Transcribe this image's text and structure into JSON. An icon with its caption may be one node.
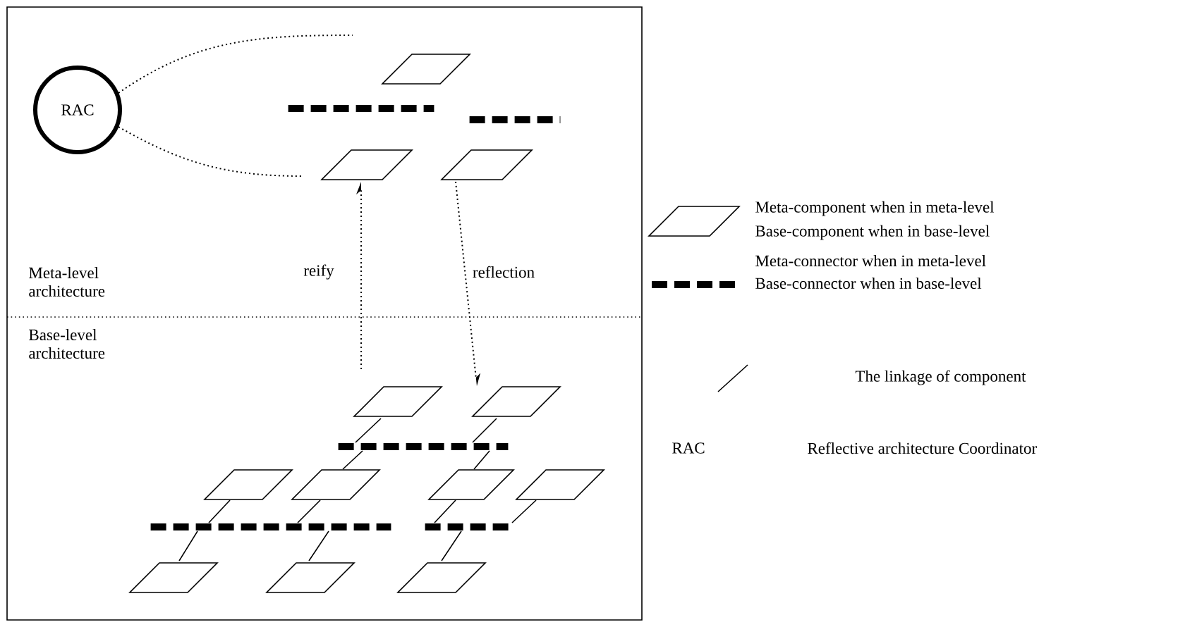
{
  "diagram": {
    "nodes": [
      {
        "text": [
          "RAC"
        ]
      },
      {
        "text": [],
        "shape": "parallelogram"
      },
      {
        "text": [],
        "shape": "bar"
      },
      {
        "text": [],
        "shape": "bar"
      },
      {
        "text": [],
        "shape": "parallelogram"
      },
      {
        "text": [],
        "shape": "parallelogram"
      },
      {
        "text": [],
        "shape": "parallelogram"
      },
      {
        "text": [],
        "shape": "parallelogram"
      },
      {
        "text": [],
        "shape": "bar"
      },
      {
        "text": [],
        "shape": "parallelogram"
      },
      {
        "text": [],
        "shape": "parallelogram"
      },
      {
        "text": [],
        "shape": "parallelogram"
      },
      {
        "text": [],
        "shape": "parallelogram"
      },
      {
        "text": [],
        "shape": "bar"
      },
      {
        "text": [],
        "shape": "bar"
      },
      {
        "text": [],
        "shape": "parallelogram"
      },
      {
        "text": [],
        "shape": "parallelogram"
      },
      {
        "text": [],
        "shape": "parallelogram"
      }
    ],
    "edges": [
      {
        "from": 0,
        "to": null,
        "arrow": "none",
        "style": "dashed"
      },
      {
        "from": 0,
        "to": 4,
        "arrow": "none",
        "style": "dashed"
      },
      {
        "from": 6,
        "to": 4,
        "arrow": "to",
        "style": "dashed",
        "label": "reify"
      },
      {
        "from": 5,
        "to": 7,
        "arrow": "to",
        "style": "dashed",
        "label": "reflection"
      },
      {
        "from": 6,
        "to": 8,
        "arrow": "none"
      },
      {
        "from": 7,
        "to": 8,
        "arrow": "none"
      },
      {
        "from": 8,
        "to": 10,
        "arrow": "none"
      },
      {
        "from": 8,
        "to": 11,
        "arrow": "none"
      },
      {
        "from": 9,
        "to": 13,
        "arrow": "none"
      },
      {
        "from": 10,
        "to": 13,
        "arrow": "none"
      },
      {
        "from": 11,
        "to": 14,
        "arrow": "none"
      },
      {
        "from": 12,
        "to": 14,
        "arrow": "none"
      },
      {
        "from": 13,
        "to": 15,
        "arrow": "none"
      },
      {
        "from": 13,
        "to": 16,
        "arrow": "none"
      },
      {
        "from": 14,
        "to": 17,
        "arrow": "none"
      }
    ],
    "labels": [
      "Meta-level architecture",
      "Base-level architecture",
      "RAC"
    ],
    "legend": [
      {
        "text": "Meta-component when in meta-level"
      },
      {
        "text": "Base-component when in base-level"
      },
      {
        "text": "Meta-connector when in meta-level"
      },
      {
        "text": "Base-connector when in base-level"
      },
      {
        "text": "The linkage of component"
      },
      {
        "text": "Reflective architecture Coordinator"
      }
    ]
  }
}
